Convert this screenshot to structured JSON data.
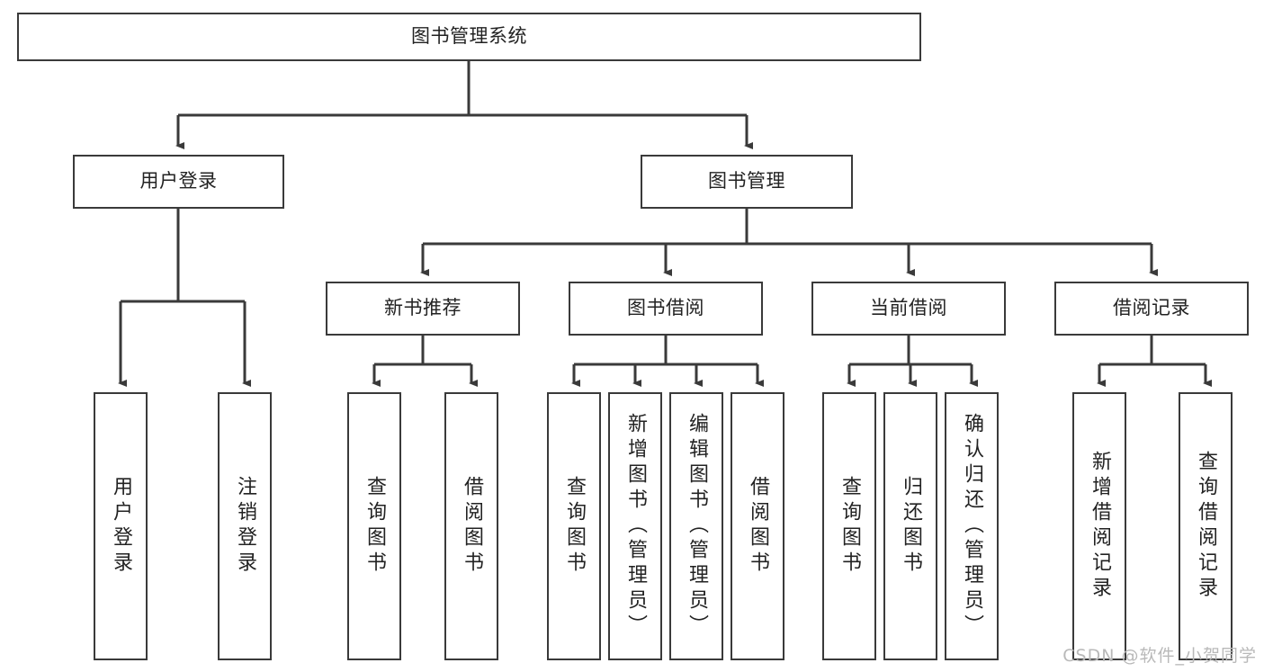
{
  "diagram": {
    "title": "图书管理系统",
    "type": "hierarchy-tree",
    "root": {
      "label": "图书管理系统"
    },
    "level2": [
      {
        "label": "用户登录"
      },
      {
        "label": "图书管理"
      }
    ],
    "level3": [
      {
        "label": "新书推荐"
      },
      {
        "label": "图书借阅"
      },
      {
        "label": "当前借阅"
      },
      {
        "label": "借阅记录"
      }
    ],
    "leaves": {
      "user_login": [
        {
          "label": "用户登录"
        },
        {
          "label": "注销登录"
        }
      ],
      "new_book_recommend": [
        {
          "label": "查询图书"
        },
        {
          "label": "借阅图书"
        }
      ],
      "book_borrow": [
        {
          "label": "查询图书"
        },
        {
          "label": "新增图书（管理员）"
        },
        {
          "label": "编辑图书（管理员）"
        },
        {
          "label": "借阅图书"
        }
      ],
      "current_borrow": [
        {
          "label": "查询图书"
        },
        {
          "label": "归还图书"
        },
        {
          "label": "确认归还（管理员）"
        }
      ],
      "borrow_record": [
        {
          "label": "新增借阅记录"
        },
        {
          "label": "查询借阅记录"
        }
      ]
    },
    "colors": {
      "stroke": "#3a3a3a",
      "fill": "#ffffff",
      "text": "#222222",
      "watermark": "#b9b9b9"
    }
  },
  "watermark": {
    "text": "CSDN @软件_小贺同学"
  }
}
